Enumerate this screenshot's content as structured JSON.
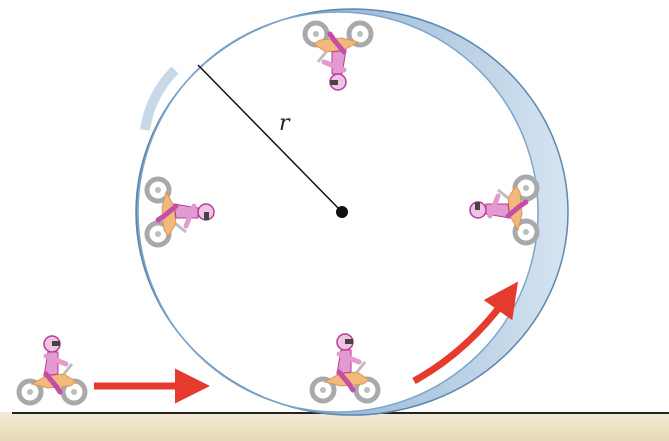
{
  "labels": {
    "radius": "r"
  },
  "colors": {
    "loop_outer": "#7fa5c9",
    "loop_inner": "#dbe7f2",
    "loop_edge": "#5d87b0",
    "arrow": "#e53a2e",
    "ground_line": "#222222",
    "ground_fill": "#efe4c9",
    "rider_suit": "#e29ad0",
    "rider_suit_dark": "#b53c95",
    "bike_body": "#f2b97d",
    "wheel": "#a9a9a9",
    "center_dot": "#111111"
  },
  "icons": {
    "rider": "motorcycle-rider-icon"
  },
  "riders": [
    {
      "position": "approach"
    },
    {
      "position": "bottom"
    },
    {
      "position": "left"
    },
    {
      "position": "top"
    },
    {
      "position": "right"
    }
  ]
}
